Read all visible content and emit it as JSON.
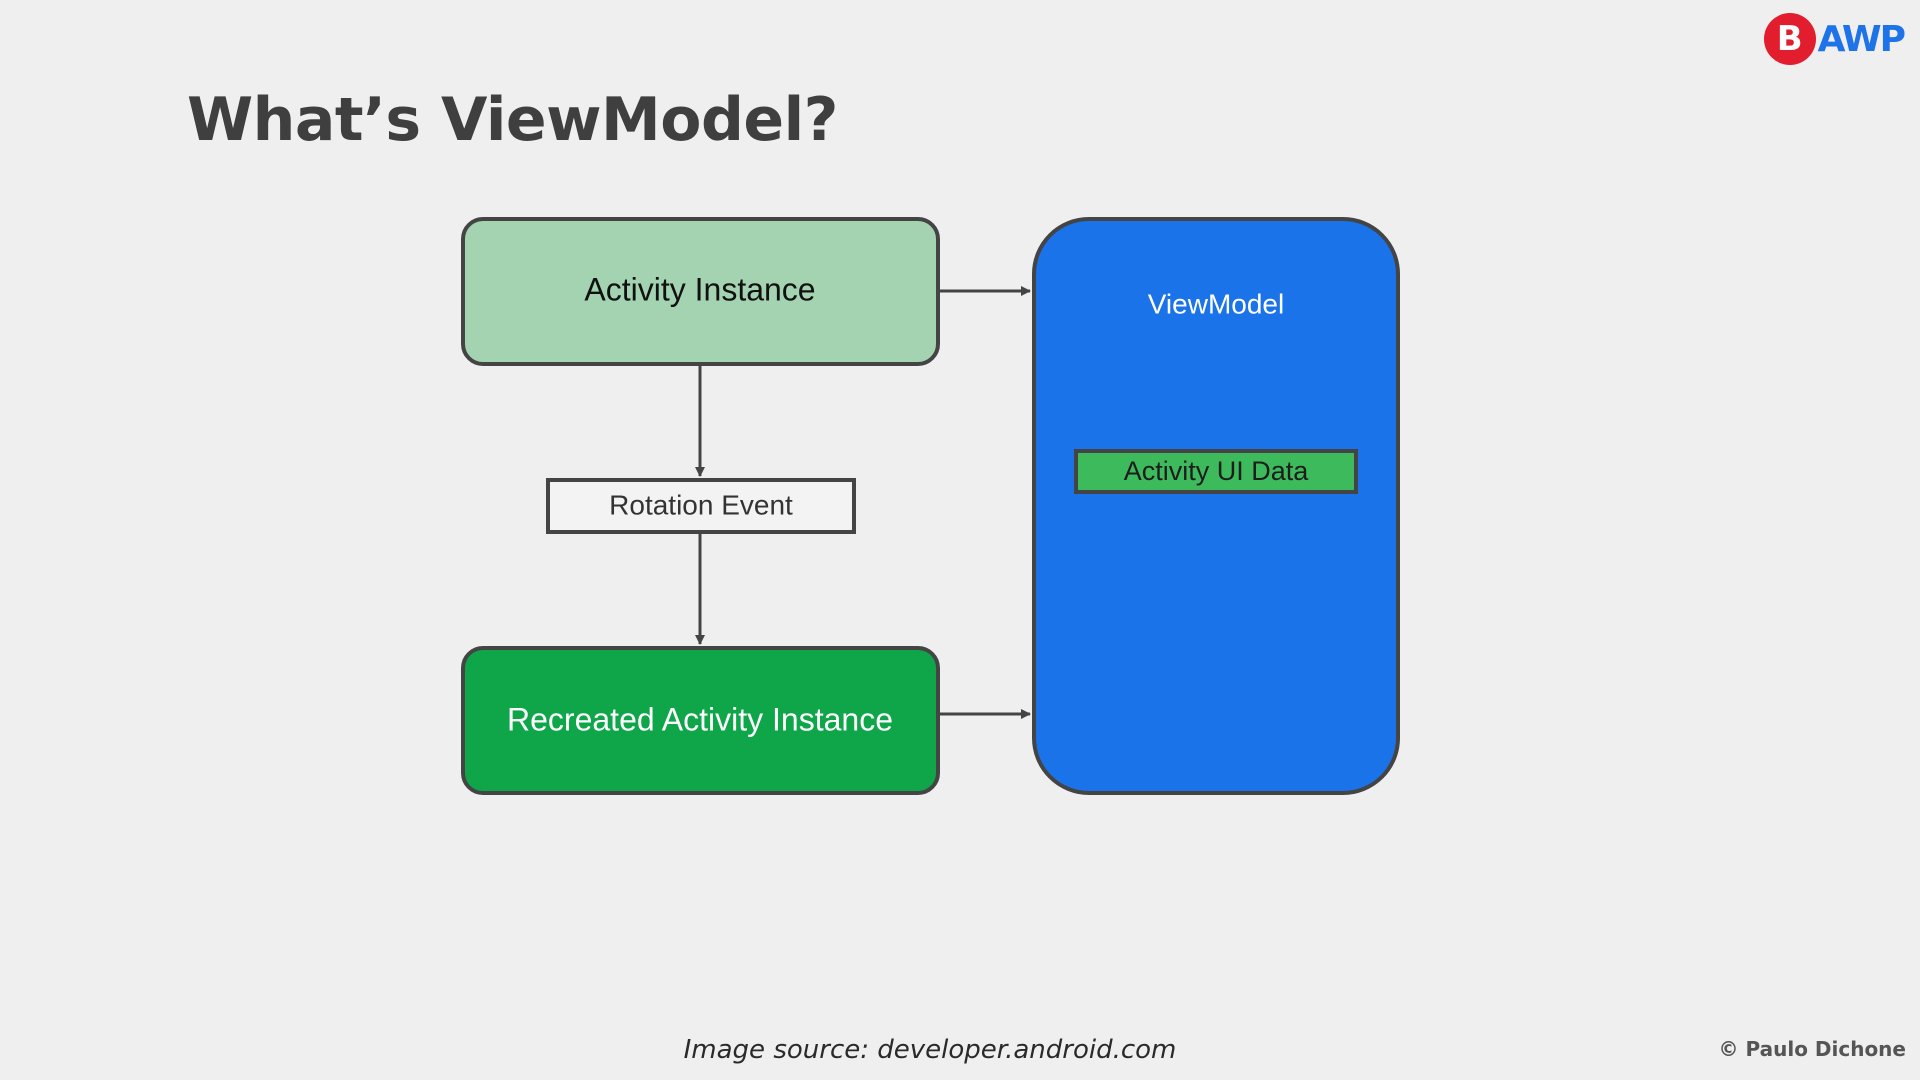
{
  "slide": {
    "title": "What’s ViewModel?",
    "caption": "Image source: developer.android.com",
    "copyright": "© Paulo Dichone"
  },
  "logo": {
    "badge_letter": "B",
    "text": "AWP",
    "badge_color": "#e11d2e",
    "text_color": "#1f73e8"
  },
  "diagram": {
    "nodes": {
      "activity_instance": "Activity Instance",
      "rotation_event": "Rotation Event",
      "recreated_activity_instance": "Recreated Activity Instance",
      "viewmodel": "ViewModel",
      "activity_ui_data": "Activity UI Data"
    },
    "edges": [
      {
        "from": "activity_instance",
        "to": "rotation_event"
      },
      {
        "from": "rotation_event",
        "to": "recreated_activity_instance"
      },
      {
        "from": "activity_instance",
        "to": "viewmodel"
      },
      {
        "from": "recreated_activity_instance",
        "to": "viewmodel"
      }
    ],
    "colors": {
      "activity_instance_fill": "#a3d3b1",
      "recreated_fill": "#0fa64a",
      "viewmodel_fill": "#1a73e8",
      "ui_data_fill": "#3dbb5c",
      "rotation_fill": "#f3f3f3",
      "border": "#444444"
    }
  }
}
